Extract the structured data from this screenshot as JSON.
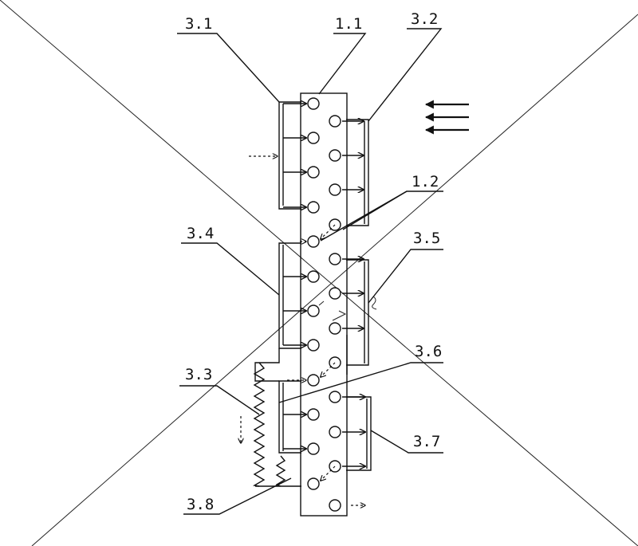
{
  "labels": {
    "l3_1": "3.1",
    "l1_1": "1.1",
    "l3_2": "3.2",
    "l1_2": "1.2",
    "l3_4": "3.4",
    "l3_5": "3.5",
    "l3_6": "3.6",
    "l3_3": "3.3",
    "l3_7": "3.7",
    "l3_8": "3.8"
  }
}
